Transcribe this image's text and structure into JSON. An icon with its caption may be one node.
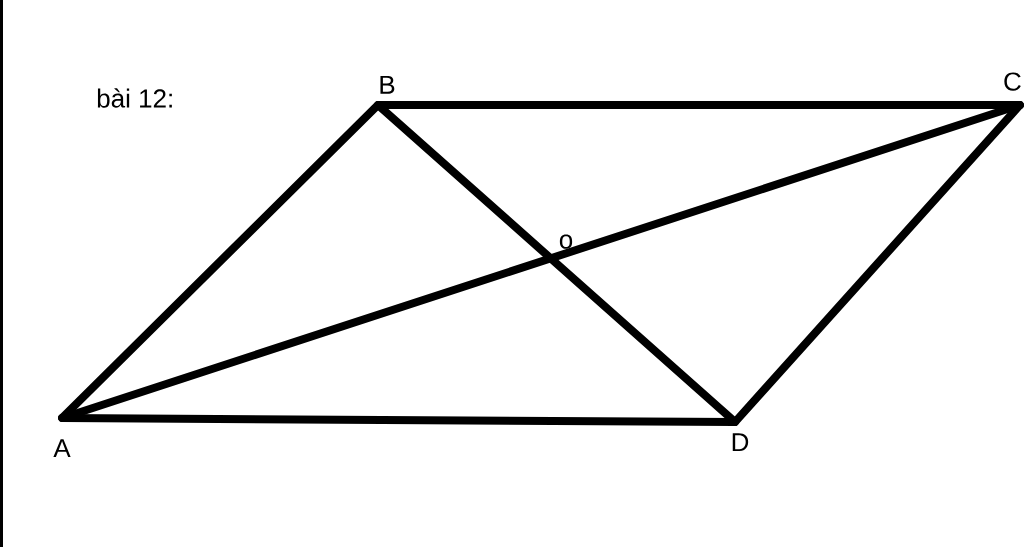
{
  "diagram": {
    "title": "bài 12:",
    "nodes": [
      {
        "text": [
          "A"
        ]
      },
      {
        "text": [
          "B"
        ]
      },
      {
        "text": [
          "C"
        ]
      },
      {
        "text": [
          "D"
        ]
      }
    ],
    "edges": [
      {
        "from": 0,
        "to": 1,
        "arrow": "none"
      },
      {
        "from": 1,
        "to": 2,
        "arrow": "none"
      },
      {
        "from": 2,
        "to": 3,
        "arrow": "none"
      },
      {
        "from": 3,
        "to": 0,
        "arrow": "none"
      },
      {
        "from": 0,
        "to": 2,
        "arrow": "none"
      },
      {
        "from": 1,
        "to": 3,
        "arrow": "none"
      }
    ],
    "labels": [
      "o"
    ]
  }
}
